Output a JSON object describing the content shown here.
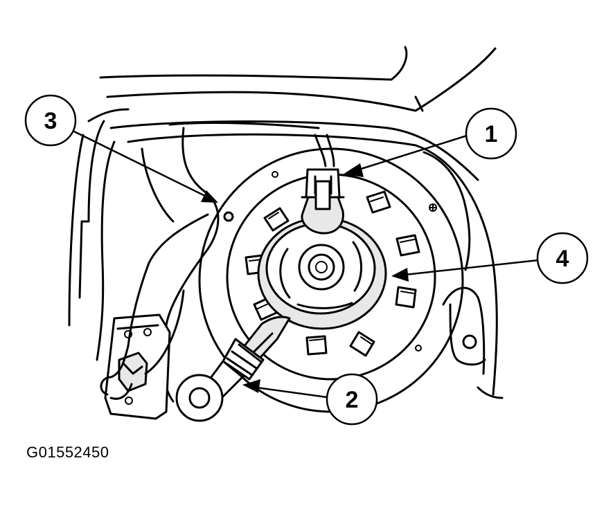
{
  "figure": {
    "id": "G01552450"
  },
  "callouts": [
    {
      "number": "1"
    },
    {
      "number": "2"
    },
    {
      "number": "3"
    },
    {
      "number": "4"
    }
  ]
}
